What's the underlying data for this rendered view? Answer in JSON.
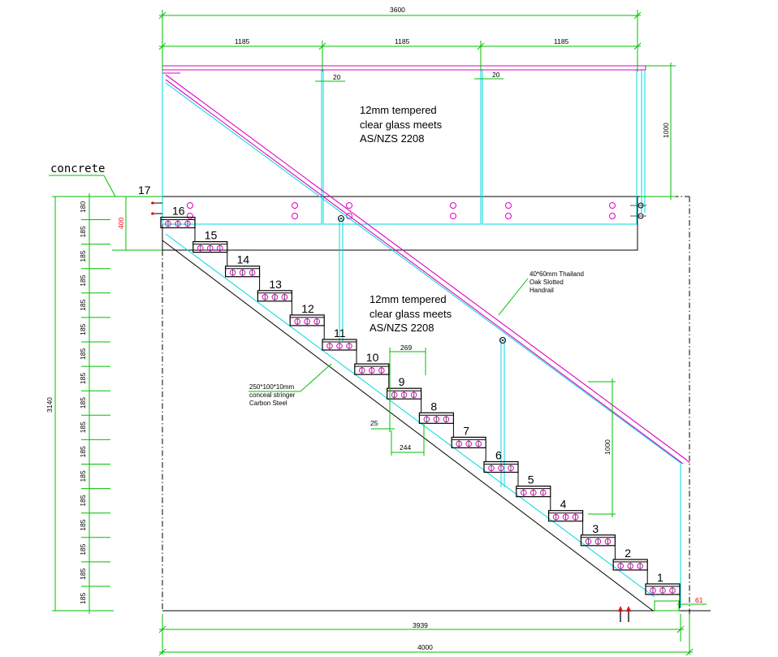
{
  "dimensions": {
    "top_total": "3600",
    "top_segments": [
      "1185",
      "1185",
      "1185"
    ],
    "gap_a": "20",
    "gap_b": "20",
    "rail_height_top": "1000",
    "rail_height_side": "1000",
    "total_height": "3140",
    "slab_depth": "400",
    "first_rise": "180",
    "rises": [
      "185",
      "185",
      "185",
      "185",
      "185",
      "185",
      "185",
      "185",
      "185",
      "185",
      "185",
      "185",
      "185",
      "185",
      "185",
      "185"
    ],
    "bottom_run": "3939",
    "bottom_total": "4000",
    "end_offset": "61",
    "tread_depth": "269",
    "tread_width": "244",
    "nosing": "25"
  },
  "labels": {
    "concrete": "concrete",
    "glass_top": [
      "12mm tempered",
      "clear glass meets",
      "AS/NZS 2208"
    ],
    "glass_mid": [
      "12mm tempered",
      "clear glass meets",
      "AS/NZS 2208"
    ],
    "handrail": [
      "40*60mm Thailand",
      "Oak  Slotted",
      "Handrail"
    ],
    "stringer": [
      "250*100*10mm",
      "conceal stringer",
      "Carbon Steel"
    ]
  },
  "steps": [
    "1",
    "2",
    "3",
    "4",
    "5",
    "6",
    "7",
    "8",
    "9",
    "10",
    "11",
    "12",
    "13",
    "14",
    "15",
    "16",
    "17"
  ],
  "colors": {
    "dimension": "#00c000",
    "glass": "#00d8e0",
    "handrail": "#e000c0",
    "outline": "#000000",
    "accent": "#ff0000"
  }
}
